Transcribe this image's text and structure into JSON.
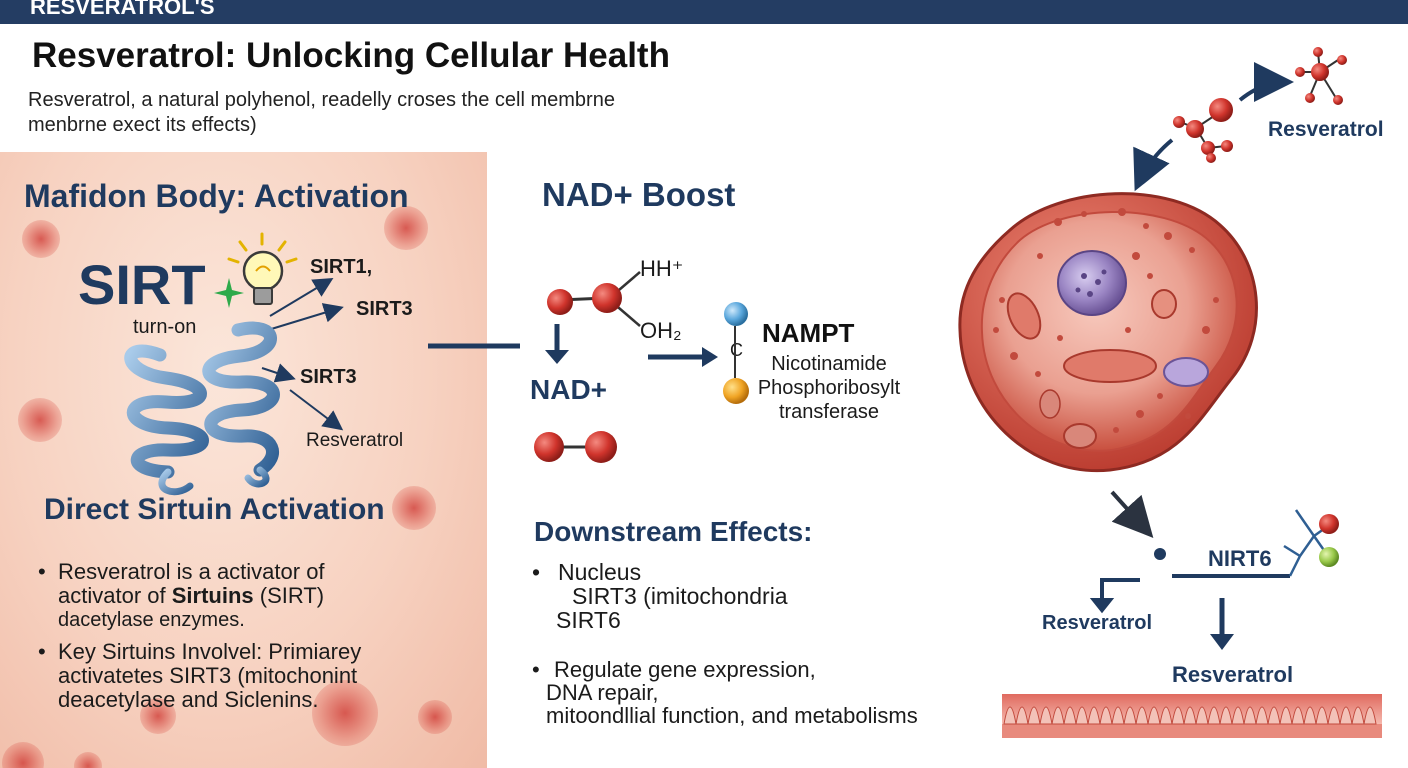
{
  "header": {
    "banner_text": "RESVERATROL'S",
    "title": "Resveratrol: Unlocking Cellular Health",
    "intro_line1": "Resveratrol, a natural polyhenol, readelly croses the cell membrne",
    "intro_line2": "menbrne exect its effects)"
  },
  "left_panel": {
    "heading": "Mafidon Body: Activation",
    "sirt_big": "SIRT",
    "turn_on": "turn-on",
    "labels": [
      "SIRT1,",
      "SIRT3",
      "SIRT3",
      "Resveratrol"
    ],
    "subheading": "Direct Sirtuin Activation",
    "bullets": [
      {
        "l1": "Resveratrol is a activator of",
        "l2_pre": "activator of ",
        "l2_bold": "Sirtuins",
        "l2_post": " (SIRT)",
        "l3": "dacetylase enzymes."
      },
      {
        "l1": "Key Sirtuins Involvel: Primiarey",
        "l2": "activatetes SIRT3 (mitochonint",
        "l3": "deacetylase and Siclenins."
      }
    ]
  },
  "center_panel": {
    "heading": "NAD+ Boost",
    "hh": "HH⁺",
    "oh": "OH₂",
    "nad": "NAD+",
    "c_label": "C",
    "nampt": "NAMPT",
    "nampt_desc": [
      "Nicotinamide",
      "Phosphoribosylt",
      "transferase"
    ],
    "downstream_heading": "Downstream Effects:",
    "downstream_group1": [
      "Nucleus",
      "SIRT3 (imitochondria",
      "SIRT6"
    ],
    "downstream_group2": [
      "Regulate gene expression,",
      "DNA repair,",
      "mitoondllial function, and metabolisms"
    ]
  },
  "right_panel": {
    "resveratrol_top": "Resveratrol",
    "nirt6": "NIRT6",
    "resveratrol_left": "Resveratrol",
    "resveratrol_bottom": "Resveratrol"
  },
  "colors": {
    "navy": "#1f3a5f",
    "molecule_red": "#d0342c",
    "cell_red": "#d9655a",
    "nucleus_purple": "#9b86c4"
  }
}
